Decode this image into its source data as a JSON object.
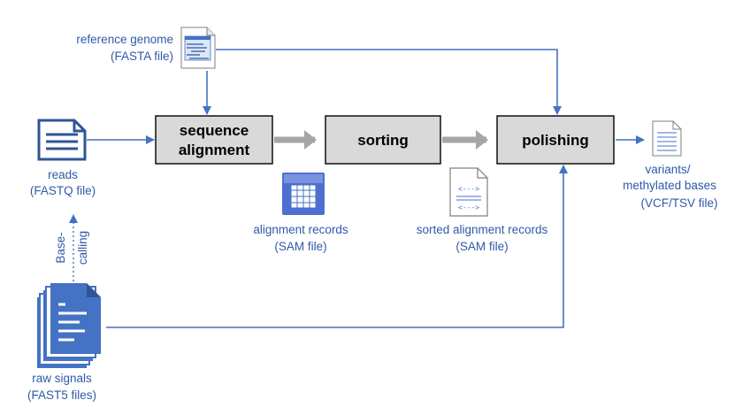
{
  "nodes": {
    "sequence_alignment": [
      "sequence",
      "alignment"
    ],
    "sorting": "sorting",
    "polishing": "polishing"
  },
  "inputs": {
    "reference": [
      "reference genome",
      "(FASTA  file)"
    ],
    "reads": [
      "reads",
      "(FASTQ file)"
    ],
    "raw_signals": [
      "raw signals",
      "(FAST5 files)"
    ],
    "basecalling": [
      "Base-",
      "calling"
    ]
  },
  "outputs": {
    "alignment_records": [
      "alignment records",
      "(SAM file)"
    ],
    "sorted_alignment_records": [
      "sorted alignment records",
      "(SAM  file)"
    ],
    "variants": [
      "variants/",
      "methylated bases",
      "(VCF/TSV file)"
    ]
  },
  "colors": {
    "accent": "#4472c4",
    "label": "#2e5aa8",
    "box_fill": "#d9d9d9",
    "grey_arrow": "#a6a6a6"
  }
}
